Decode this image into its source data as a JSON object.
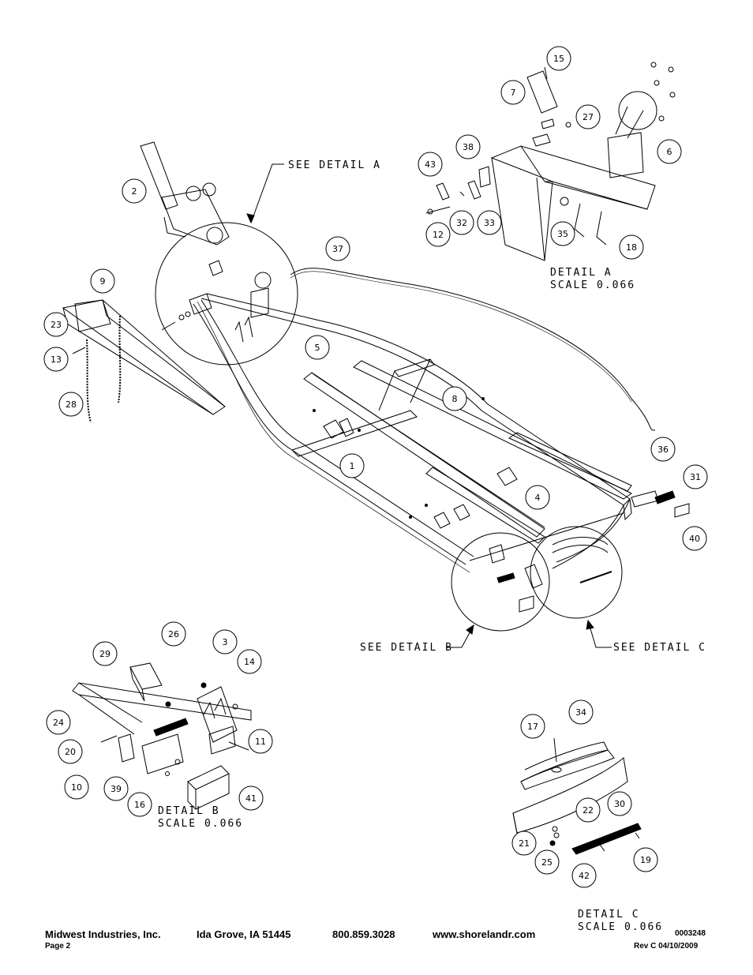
{
  "callouts": {
    "c1": "1",
    "c2": "2",
    "c3": "3",
    "c4": "4",
    "c5": "5",
    "c6": "6",
    "c7": "7",
    "c8": "8",
    "c9": "9",
    "c10": "10",
    "c11": "11",
    "c12": "12",
    "c13": "13",
    "c14": "14",
    "c15": "15",
    "c16": "16",
    "c17": "17",
    "c18": "18",
    "c19": "19",
    "c20": "20",
    "c21": "21",
    "c22": "22",
    "c23": "23",
    "c24": "24",
    "c25": "25",
    "c26": "26",
    "c27": "27",
    "c28": "28",
    "c29": "29",
    "c30": "30",
    "c31": "31",
    "c32": "32",
    "c33": "33",
    "c34": "34",
    "c35": "35",
    "c36": "36",
    "c37": "37",
    "c38": "38",
    "c39": "39",
    "c40": "40",
    "c41": "41",
    "c42": "42",
    "c43": "43"
  },
  "captions": {
    "see_detail_a": "SEE DETAIL  A",
    "see_detail_b": "SEE DETAIL  B",
    "see_detail_c": "SEE DETAIL  C",
    "detail_a": "DETAIL  A",
    "detail_b": "DETAIL  B",
    "detail_c": "DETAIL  C",
    "scale": "SCALE  0.066"
  },
  "footer": {
    "company": "Midwest Industries, Inc.",
    "location": "Ida Grove, IA  51445",
    "phone": "800.859.3028",
    "website": "www.shorelandr.com",
    "page": "Page 2",
    "doc_number": "0003248",
    "revision": "Rev  C  04/10/2009"
  }
}
